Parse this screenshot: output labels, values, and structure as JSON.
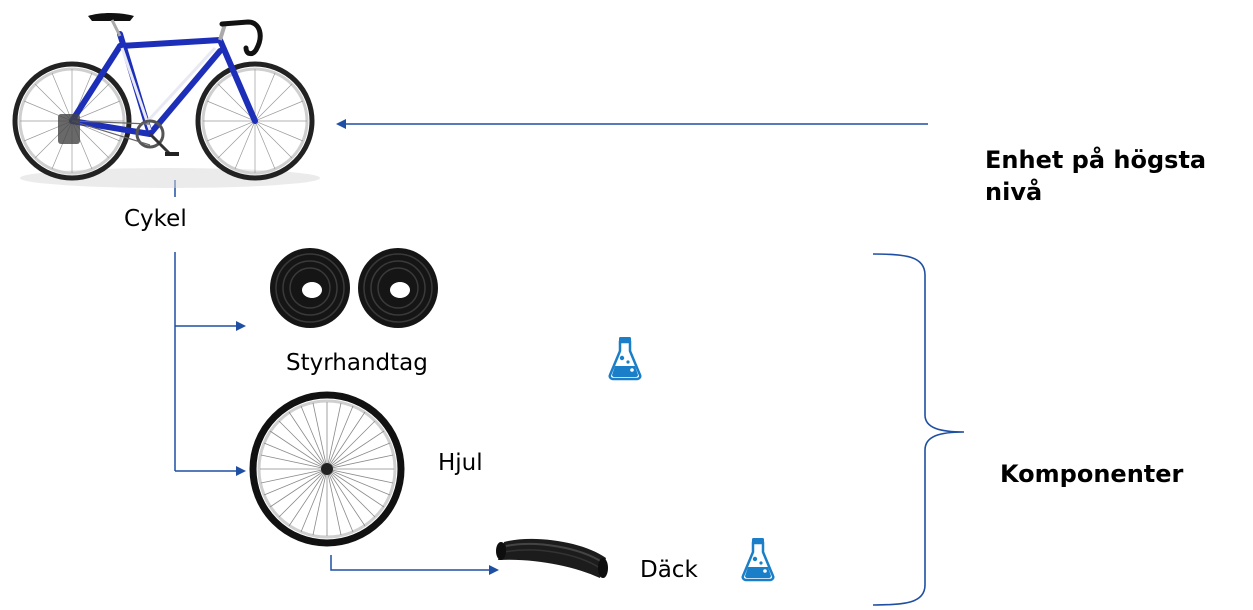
{
  "top_level": {
    "label": "Enhet på högsta nivå",
    "label_line1": "Enhet på högsta",
    "label_line2": "nivå"
  },
  "components_label": "Komponenter",
  "nodes": {
    "bike": "Cykel",
    "handlebar_tape": "Styrhandtag",
    "wheel": "Hjul",
    "tire": "Däck"
  },
  "icons": {
    "bike": "bicycle-image",
    "tape": "handlebar-tape-image",
    "wheel": "wheel-image",
    "tire": "tire-image",
    "flask": "chemical-flask-icon"
  },
  "colors": {
    "connector": "#1f4fa3",
    "flask": "#1a7fc8",
    "frame": "#1d2fb8"
  }
}
